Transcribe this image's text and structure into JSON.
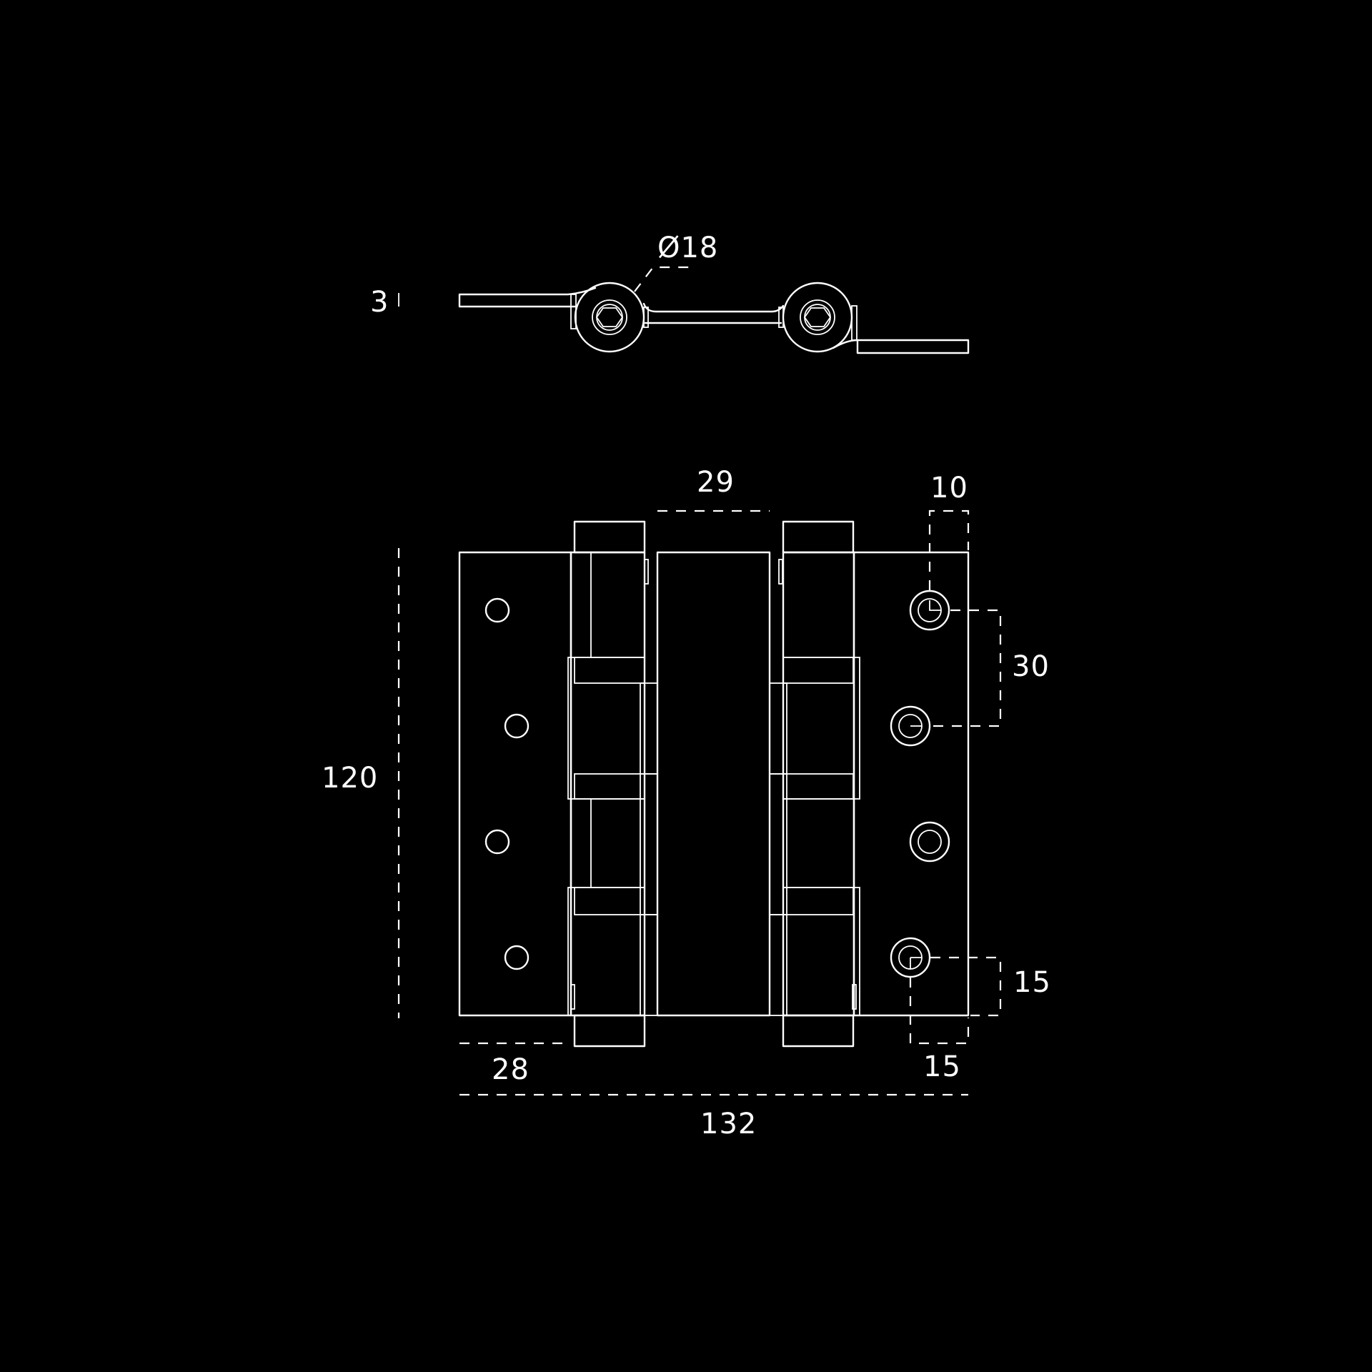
{
  "colors": {
    "background": "#000000",
    "line": "#ffffff"
  },
  "dimensions": {
    "thickness": "3",
    "diameter": "Ø18",
    "gap": "29",
    "edge_offset": "10",
    "hole_spacing": "30",
    "height": "120",
    "bottom_offset": "15",
    "side_offset": "15",
    "leaf_width": "28",
    "overall_width": "132"
  }
}
